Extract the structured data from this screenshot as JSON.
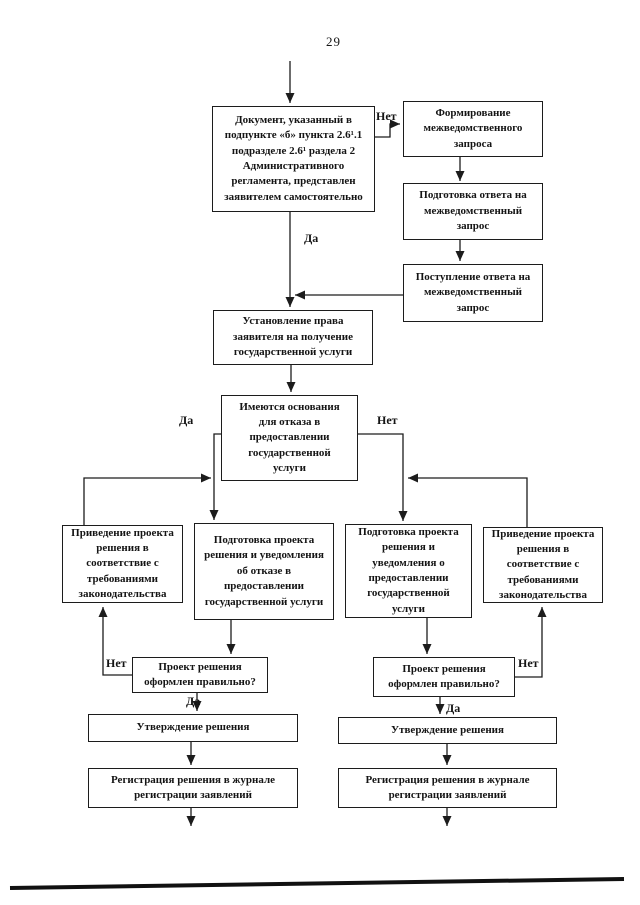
{
  "page_number": "29",
  "connector_labels": {
    "yes": "Да",
    "no": "Нет"
  },
  "flow": {
    "start_box": "Документ, указанный в\nподпункте «б» пункта 2.6¹.1\nподразделе 2.6¹ раздела 2\nАдминистративного\nрегламента, представлен\nзаявителем самостоятельно",
    "interagency": {
      "form_request": "Формирование\nмежведомственного\nзапроса",
      "prepare_response": "Подготовка ответа на\nмежведомственный\nзапрос",
      "receive_response": "Поступление ответа на\nмежведомственный\nзапрос"
    },
    "establish_right": "Установление права\nзаявителя на получение\nгосударственной услуги",
    "refusal_decision": "Имеются основания\nдля отказа в\nпредоставлении\nгосударственной\nуслуги",
    "left_branch": {
      "align_law": "Приведение проекта\nрешения в\nсоответствие с\nтребованиями\nзаконодательства",
      "draft_refusal": "Подготовка проекта\nрешения и уведомления\nоб отказе в\nпредоставлении\nгосударственной услуги",
      "check_correct": "Проект решения\nоформлен правильно?",
      "approve": "Утверждение решения",
      "register": "Регистрация решения в журнале\nрегистрации заявлений"
    },
    "right_branch": {
      "draft_grant": "Подготовка проекта\nрешения и\nуведомления о\nпредоставлении\nгосударственной\nуслуги",
      "align_law": "Приведение проекта\nрешения в\nсоответствие с\nтребованиями\nзаконодательства",
      "check_correct": "Проект решения\nоформлен правильно?",
      "approve": "Утверждение решения",
      "register": "Регистрация решения в журнале\nрегистрации заявлений"
    }
  }
}
